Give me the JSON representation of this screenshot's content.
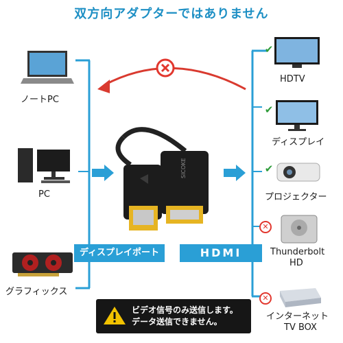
{
  "title": "双方向アダプターではありません",
  "colors": {
    "accent": "#2a9fd6",
    "title": "#1d8fc4",
    "reverse_arrow": "#d93a2f",
    "check": "#2e9c3a",
    "cross": "#e2372e"
  },
  "sources": [
    {
      "label": "ノートPC",
      "icon": "laptop-icon"
    },
    {
      "label": "PC",
      "icon": "desktop-pc-icon"
    },
    {
      "label": "グラフィックス",
      "icon": "graphics-card-icon"
    }
  ],
  "targets": [
    {
      "label": "HDTV",
      "icon": "tv-icon",
      "status": "check-icon"
    },
    {
      "label": "ディスプレイ",
      "icon": "monitor-icon",
      "status": "check-icon"
    },
    {
      "label": "プロジェクター",
      "icon": "projector-icon",
      "status": "check-icon"
    },
    {
      "label": "Thunderbolt\nHD",
      "line1": "Thunderbolt",
      "line2": "HD",
      "icon": "hard-drive-icon",
      "status": "cross-icon"
    },
    {
      "label": "インターネット\nTV BOX",
      "line1": "インターネット",
      "line2": "TV BOX",
      "icon": "tv-box-icon",
      "status": "cross-icon"
    }
  ],
  "bands": {
    "left": "ディスプレイポート",
    "right": "HDMI"
  },
  "notice": {
    "line1": "ビデオ信号のみ送信します。",
    "line2": "データ送信できません。"
  }
}
